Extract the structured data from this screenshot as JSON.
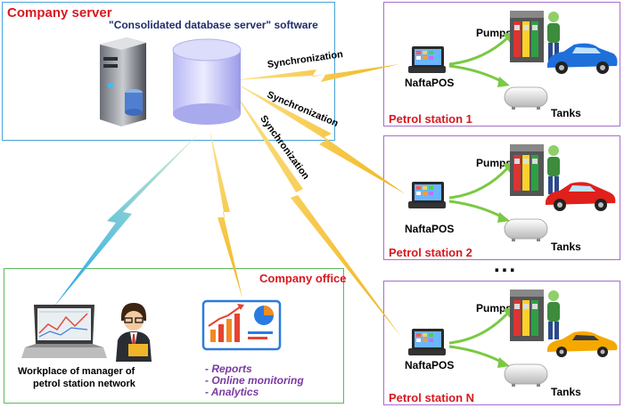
{
  "server": {
    "title": "Company server",
    "software": "\"Consolidated database server\" software"
  },
  "sync_labels": [
    "Synchronization",
    "Synchronization",
    "Synchronization"
  ],
  "stations": [
    {
      "name": "Petrol station 1",
      "pos": "NaftaPOS",
      "pumps": "Pumps",
      "tanks": "Tanks"
    },
    {
      "name": "Petrol station 2",
      "pos": "NaftaPOS",
      "pumps": "Pumps",
      "tanks": "Tanks"
    },
    {
      "name": "Petrol station N",
      "pos": "NaftaPOS",
      "pumps": "Pumps",
      "tanks": "Tanks"
    }
  ],
  "ellipsis": "...",
  "office": {
    "title": "Company office",
    "workplace_line1": "Workplace of manager of",
    "workplace_line2": "petrol station network",
    "features": [
      "- Reports",
      "- Online monitoring",
      "- Analytics"
    ]
  },
  "colors": {
    "server_border": "#4aa3d6",
    "station_border": "#a66fcc",
    "office_border": "#5cb85c",
    "title_red": "#d71920",
    "sync_bolt": "#f5c025",
    "office_bolt": "#29b6f6",
    "arrow_green": "#7ac943",
    "feature_text": "#7a3aa0"
  }
}
